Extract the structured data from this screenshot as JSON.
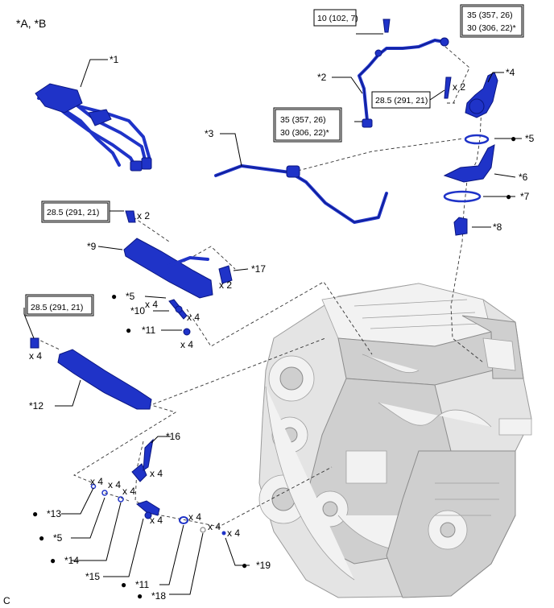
{
  "header": {
    "variants": "*A, *B"
  },
  "torques": {
    "t_top": "10 (102, 7)",
    "t_right_1": "35 (357, 26)",
    "t_right_2": "30 (306, 22)*",
    "t_pump_bolt": "28.5 (291, 21)",
    "t_mid_1": "35 (357, 26)",
    "t_mid_2": "30 (306, 22)*",
    "t_rail_upper": "28.5 (291, 21)",
    "t_rail_lower": "28.5 (291, 21)"
  },
  "parts": {
    "p1": "*1",
    "p2": "*2",
    "p3": "*3",
    "p4": "*4",
    "p5a": "*5",
    "p6": "*6",
    "p7": "*7",
    "p8": "*8",
    "p9": "*9",
    "p5b": "*5",
    "p10": "*10",
    "p11a": "*11",
    "p12": "*12",
    "p13": "*13",
    "p5c": "*5",
    "p14": "*14",
    "p15": "*15",
    "p16": "*16",
    "p11b": "*11",
    "p17": "*17",
    "p18": "*18",
    "p19": "*19"
  },
  "quantities": {
    "q_pump_bolt": "x 2",
    "q_rail_bolt_upper": "x 2",
    "q_17": "x 2",
    "q_5b": "x 4",
    "q_10": "x 4",
    "q_11a": "x 4",
    "q_rail_bolt_lower": "x 4",
    "q_16": "x 4",
    "q_13": "x 4",
    "q_5c": "x 4",
    "q_15": "x 4",
    "q_11b": "x 4",
    "q_18": "x 4",
    "q_19": "x 4"
  },
  "bullet": "●",
  "corner_code": "C"
}
